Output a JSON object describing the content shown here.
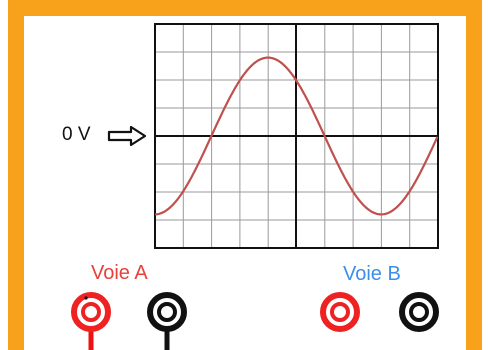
{
  "oscilloscope": {
    "zero_marker": "0 V",
    "channels": [
      {
        "label": "Voie A",
        "color": "#e8413c"
      },
      {
        "label": "Voie B",
        "color": "#3b8fe8"
      }
    ],
    "signal": {
      "waveform": "sine",
      "trace_color": "#c0504d",
      "amplitude_divisions": 2.8,
      "period_divisions": 8
    }
  },
  "colors": {
    "frame": "#f7a21a",
    "grid": "#9a9a9a",
    "axis": "#111111",
    "terminal_red": "#ee2222",
    "terminal_black": "#111111",
    "lead_red": "#ee1111",
    "lead_black": "#111111"
  }
}
